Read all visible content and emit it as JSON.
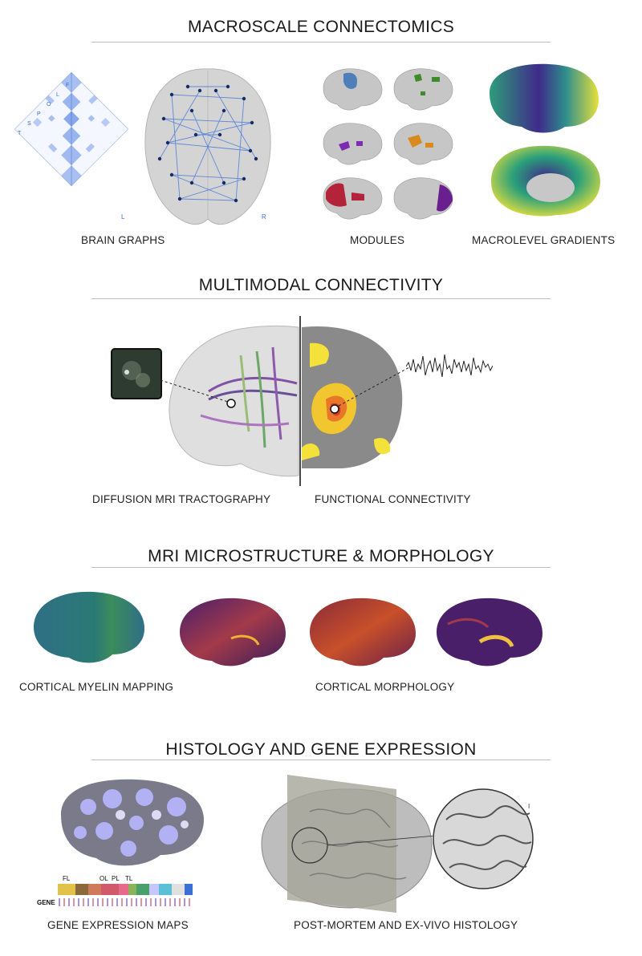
{
  "sections": [
    {
      "title": "MACROSCALE CONNECTOMICS",
      "captions": [
        "BRAIN GRAPHS",
        "MODULES",
        "MACROLEVEL GRADIENTS"
      ]
    },
    {
      "title": "MULTIMODAL CONNECTIVITY",
      "captions": [
        "DIFFUSION MRI TRACTOGRAPHY",
        "FUNCTIONAL CONNECTIVITY"
      ]
    },
    {
      "title": "MRI MICROSTRUCTURE & MORPHOLOGY",
      "captions": [
        "CORTICAL MYELIN MAPPING",
        "CORTICAL MORPHOLOGY"
      ]
    },
    {
      "title": "HISTOLOGY AND GENE EXPRESSION",
      "captions": [
        "GENE EXPRESSION MAPS",
        "POST-MORTEM AND EX-VIVO HISTOLOGY"
      ]
    }
  ],
  "matrix_labels": [
    "T",
    "S",
    "P",
    "O",
    "L",
    "F"
  ],
  "brain_graph_labels": {
    "left": "L",
    "right": "R"
  },
  "gene_labels": {
    "lobes": [
      "FL",
      "OL",
      "PL",
      "TL"
    ],
    "row": "GENE"
  },
  "histology_inset_label": "I",
  "colors": {
    "graph_blue": "#2f5fd0",
    "brain_gray": "#c9c9c9",
    "viridis_yellow": "#f4e23a",
    "viridis_green": "#3aa574",
    "viridis_purple": "#3f2a8a",
    "inferno_purple": "#3b1d5a",
    "inferno_orange": "#e0772a",
    "myelin_teal": "#2f6f86"
  }
}
